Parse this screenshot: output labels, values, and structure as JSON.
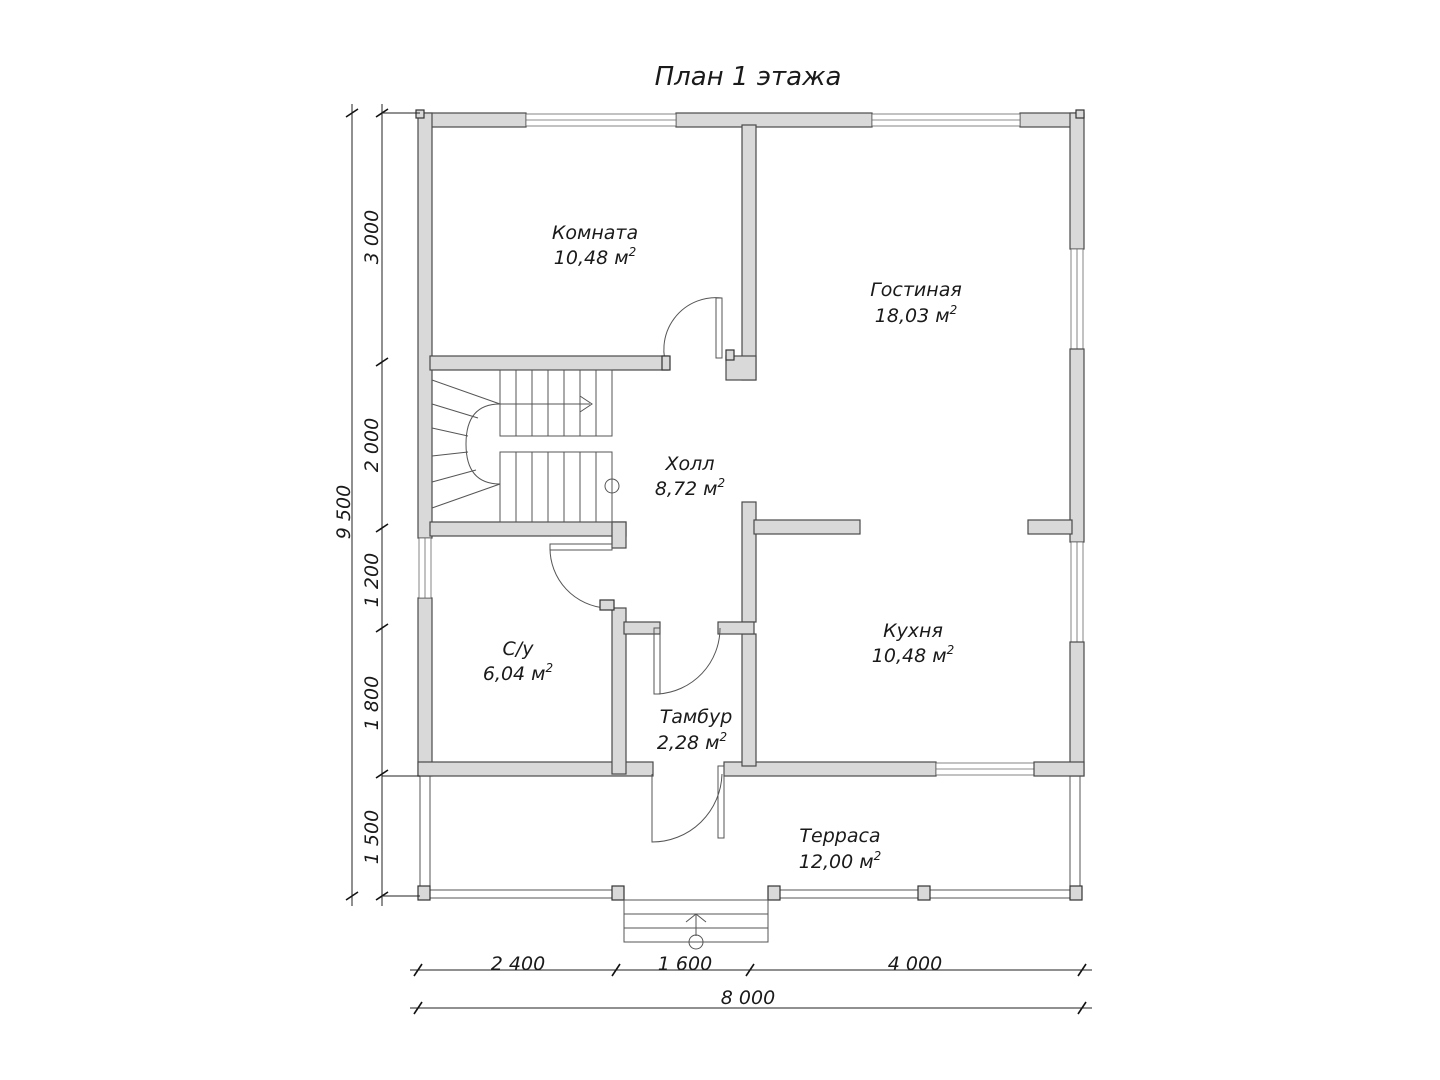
{
  "title": "План 1 этажа",
  "rooms": {
    "komnata": {
      "name": "Комната",
      "area": "10,48 м"
    },
    "gostinaya": {
      "name": "Гостиная",
      "area": "18,03 м"
    },
    "holl": {
      "name": "Холл",
      "area": "8,72 м"
    },
    "su": {
      "name": "С/у",
      "area": "6,04 м"
    },
    "kuhnya": {
      "name": "Кухня",
      "area": "10,48 м"
    },
    "tambur": {
      "name": "Тамбур",
      "area": "2,28 м"
    },
    "terrasa": {
      "name": "Терраса",
      "area": "12,00 м"
    }
  },
  "area_unit_sup": "2",
  "dimensions": {
    "left_total": "9 500",
    "left_segments": [
      "3 000",
      "2 000",
      "1 200",
      "1 800",
      "1 500"
    ],
    "bottom_segments": [
      "2 400",
      "1 600",
      "4 000"
    ],
    "bottom_total": "8 000"
  }
}
